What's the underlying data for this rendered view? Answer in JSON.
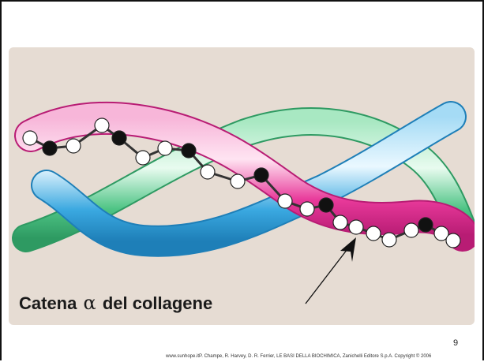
{
  "slide": {
    "caption_prefix": "Catena",
    "caption_symbol": "α",
    "caption_suffix": "del collagene",
    "page_number": "9",
    "footer": "www.sunhope.itP. Champe, R. Harvey, D. R. Ferrier, LE BASI DELLA BIOCHIMICA, Zanichelli Editore S.p.A. Copyright © 2006"
  },
  "colors": {
    "panel": "#e6dcd3",
    "strand_pink": "#e8399a",
    "strand_green": "#4ec485",
    "strand_blue": "#3aa8e0",
    "atom_dark": "#111111",
    "atom_light": "#ffffff"
  }
}
